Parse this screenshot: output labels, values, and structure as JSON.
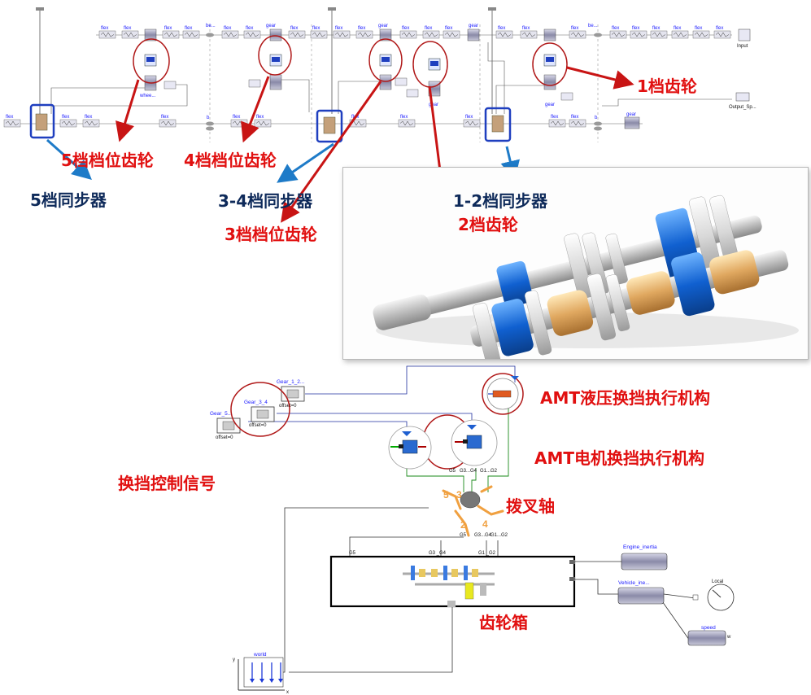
{
  "labels": {
    "gear1": "1档齿轮",
    "gear5_pos": "5档档位齿轮",
    "gear4_pos": "4档档位齿轮",
    "gear3_pos": "3档档位齿轮",
    "gear2": "2档齿轮",
    "sync5": "5档同步器",
    "sync34": "3-4档同步器",
    "sync12": "1-2档同步器",
    "amt_hydraulic": "AMT液压换挡执行机构",
    "amt_motor": "AMT电机换挡执行机构",
    "shift_signal": "换挡控制信号",
    "fork_shaft": "拨叉轴",
    "gearbox": "齿轮箱"
  },
  "blocks": {
    "flex": "flex",
    "gear": "gear",
    "be": "be...",
    "b": "b",
    "input": "Input",
    "output_sp": "Output_Sp...",
    "whee": "whee...",
    "gear_1_2": "Gear_1_2...",
    "gear_3_4": "Gear_3_4",
    "gear_5": "Gear_5...",
    "offset": "offset=0",
    "g5": "G5",
    "g3g4": "G3...G4",
    "g1g2": "G1...G2",
    "g5_box": "G5",
    "g3_g4_box": "G3 _G4",
    "g1_g2_box": "G1 _G2",
    "engine_inertia": "Engine_inertia",
    "vehicle_inertia": "Vehicle_ine...",
    "local": "Local",
    "speed": "speed",
    "w": "w",
    "world": "world",
    "axis_y": "y",
    "axis_x": "x"
  },
  "colors": {
    "red_text": "#e11010",
    "navy_text": "#0e2a5a",
    "blue_frame": "#1f3fbf",
    "arrow_blue": "#1e7bc8",
    "arrow_red": "#c81414",
    "circle_red": "#b01818"
  }
}
